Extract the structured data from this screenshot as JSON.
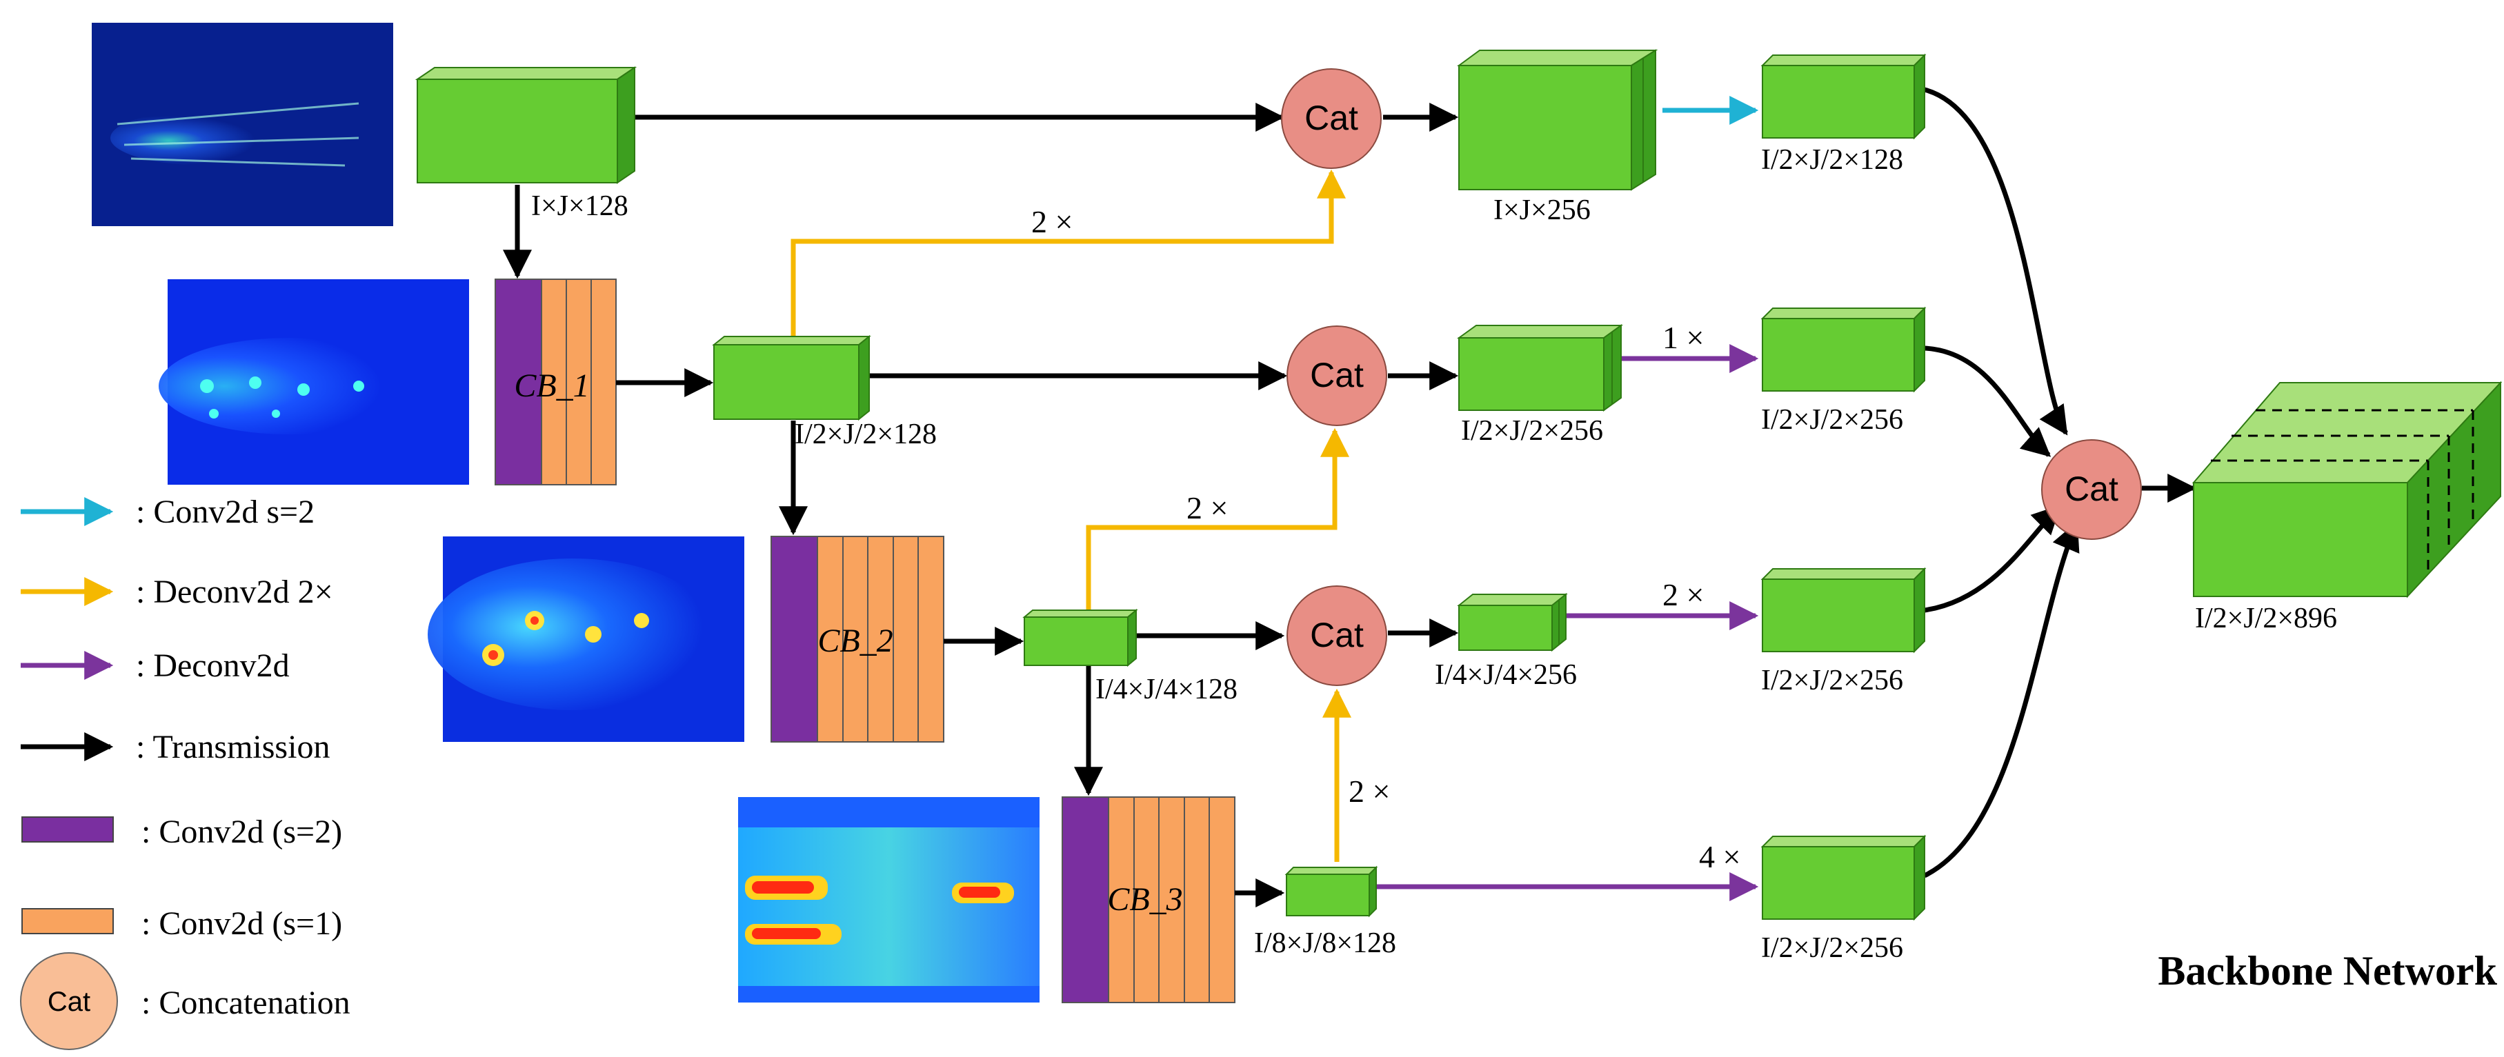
{
  "title": "Backbone Network",
  "cat_label": "Cat",
  "blocks": {
    "cb1": "CB_1",
    "cb2": "CB_2",
    "cb3": "CB_3"
  },
  "dims": {
    "in1": "I×J×128",
    "in2": "I/2×J/2×128",
    "in3": "I/4×J/4×128",
    "in4": "I/8×J/8×128",
    "cat1": "I×J×256",
    "cat2": "I/2×J/2×256",
    "cat3": "I/4×J/4×256",
    "out1": "I/2×J/2×128",
    "out2": "I/2×J/2×256",
    "out3": "I/2×J/2×256",
    "out4": "I/2×J/2×256",
    "final": "I/2×J/2×896"
  },
  "multipliers": {
    "up_top": "2 ×",
    "up_mid": "2 ×",
    "up_low": "2 ×",
    "out2": "1 ×",
    "out3": "2 ×",
    "out4": "4 ×"
  },
  "legend": [
    {
      "kind": "arrow",
      "color": "#1fb2d4",
      "label": ": Conv2d   s=2"
    },
    {
      "kind": "arrow",
      "color": "#f5b800",
      "label": ": Deconv2d   2×"
    },
    {
      "kind": "arrow",
      "color": "#7b349c",
      "label": ": Deconv2d"
    },
    {
      "kind": "arrow",
      "color": "#000000",
      "label": ": Transmission"
    },
    {
      "kind": "rect",
      "color": "#7a2fa0",
      "label": ": Conv2d (s=2)"
    },
    {
      "kind": "rect",
      "color": "#f9a35e",
      "label": ": Conv2d (s=1)"
    },
    {
      "kind": "circle",
      "color": "#f9be96",
      "text": "Cat",
      "label": ": Concatenation"
    }
  ],
  "colors": {
    "cube_front": "#66cc33",
    "cube_top": "#a8e07a",
    "cube_side": "#3d9f1f",
    "cat_fill": "#e88e85",
    "conv_purple": "#7a2fa0",
    "conv_orange": "#f9a35e",
    "conv_cyan": "#1fb2d4",
    "deconv_yellow": "#f5b800",
    "deconv_purple": "#7b349c"
  }
}
